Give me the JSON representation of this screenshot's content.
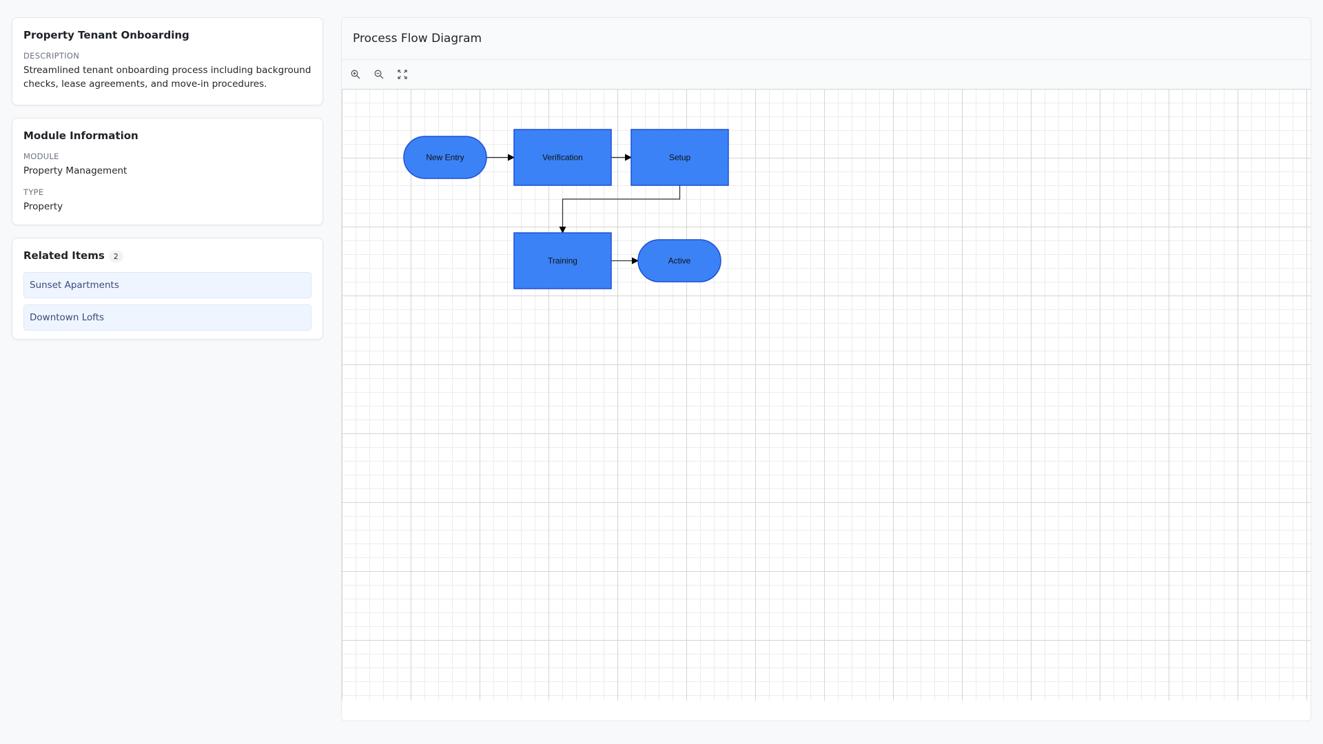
{
  "info_card": {
    "title": "Property Tenant Onboarding",
    "description_label": "DESCRIPTION",
    "description": "Streamlined tenant onboarding process including background checks, lease agreements, and move-in procedures."
  },
  "module_card": {
    "title": "Module Information",
    "module_label": "MODULE",
    "module_value": "Property Management",
    "type_label": "TYPE",
    "type_value": "Property"
  },
  "related_card": {
    "title": "Related Items",
    "count": "2",
    "items": [
      {
        "label": "Sunset Apartments"
      },
      {
        "label": "Downtown Lofts"
      }
    ]
  },
  "diagram": {
    "title": "Process Flow Diagram",
    "toolbar": [
      {
        "icon": "zoom-in-icon"
      },
      {
        "icon": "zoom-out-icon"
      },
      {
        "icon": "fit-screen-icon"
      }
    ],
    "colors": {
      "node_fill": "#3b82f6",
      "node_stroke": "#1d4ed8",
      "edge": "#333333"
    },
    "nodes": [
      {
        "id": "new-entry",
        "label": "New Entry",
        "shape": "terminal"
      },
      {
        "id": "verification",
        "label": "Verification",
        "shape": "process"
      },
      {
        "id": "setup",
        "label": "Setup",
        "shape": "process"
      },
      {
        "id": "training",
        "label": "Training",
        "shape": "process"
      },
      {
        "id": "active",
        "label": "Active",
        "shape": "terminal"
      }
    ],
    "edges": [
      {
        "from": "new-entry",
        "to": "verification"
      },
      {
        "from": "verification",
        "to": "setup"
      },
      {
        "from": "setup",
        "to": "training"
      },
      {
        "from": "training",
        "to": "active"
      }
    ]
  }
}
